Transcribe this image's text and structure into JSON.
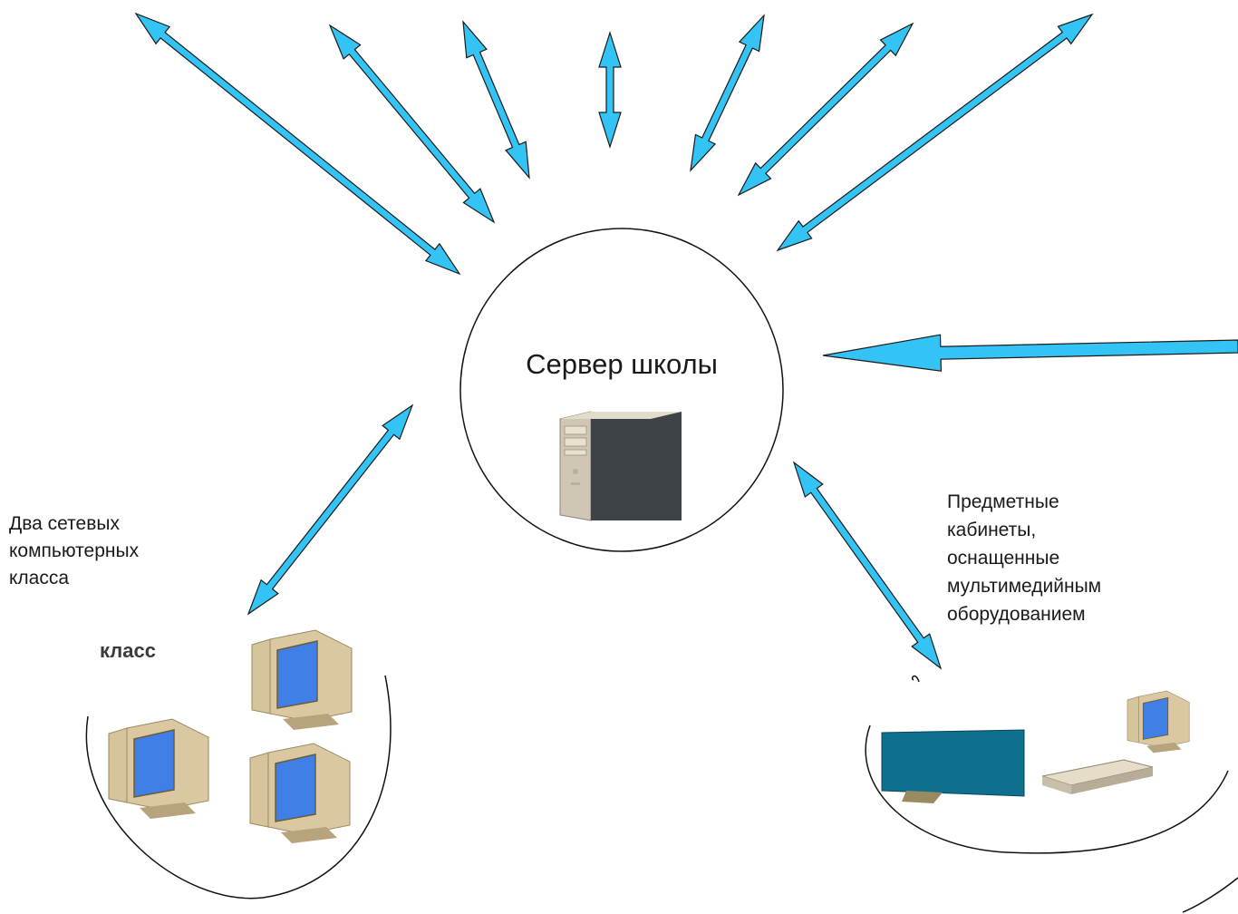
{
  "server": {
    "title": "Сервер школы",
    "icon": "server-tower-icon"
  },
  "left_group": {
    "caption_lines": [
      "Два сетевых",
      "компьютерных",
      "класса"
    ],
    "class_label": "класс",
    "icons": [
      "computer-icon",
      "computer-icon",
      "computer-icon"
    ]
  },
  "right_group": {
    "caption_lines": [
      "Предметные",
      "кабинеты,",
      "оснащенные",
      "мультимедийным",
      "оборудованием"
    ],
    "icons": [
      "screen-panel-icon",
      "projector-icon",
      "computer-icon"
    ]
  },
  "colors": {
    "arrow_fill": "#33c4f5",
    "arrow_stroke": "#1a1a1a",
    "monitor_body": "#d9c7a0",
    "monitor_screen": "#3f7fe6",
    "server_front": "#c8c0ae",
    "server_side": "#3d4347",
    "screen_panel": "#0e6f8e"
  }
}
